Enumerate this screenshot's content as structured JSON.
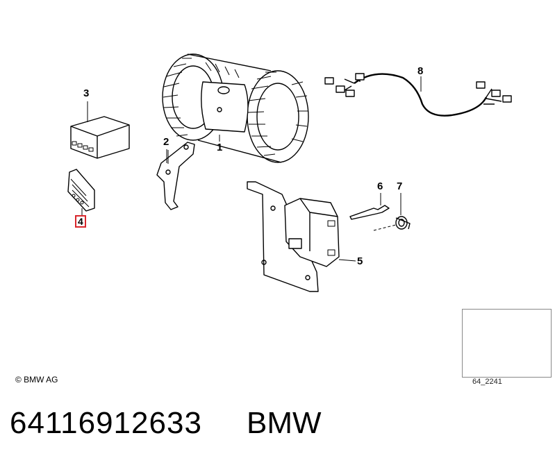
{
  "callouts": {
    "c1": "1",
    "c2": "2",
    "c3": "3",
    "c4": "4",
    "c5": "5",
    "c6": "6",
    "c7": "7",
    "c8": "8"
  },
  "highlight_color": "#d8262b",
  "copyright": "© BMW AG",
  "inset_code": "64_2241",
  "footer": {
    "part_number": "64116912633",
    "brand": "BMW"
  }
}
